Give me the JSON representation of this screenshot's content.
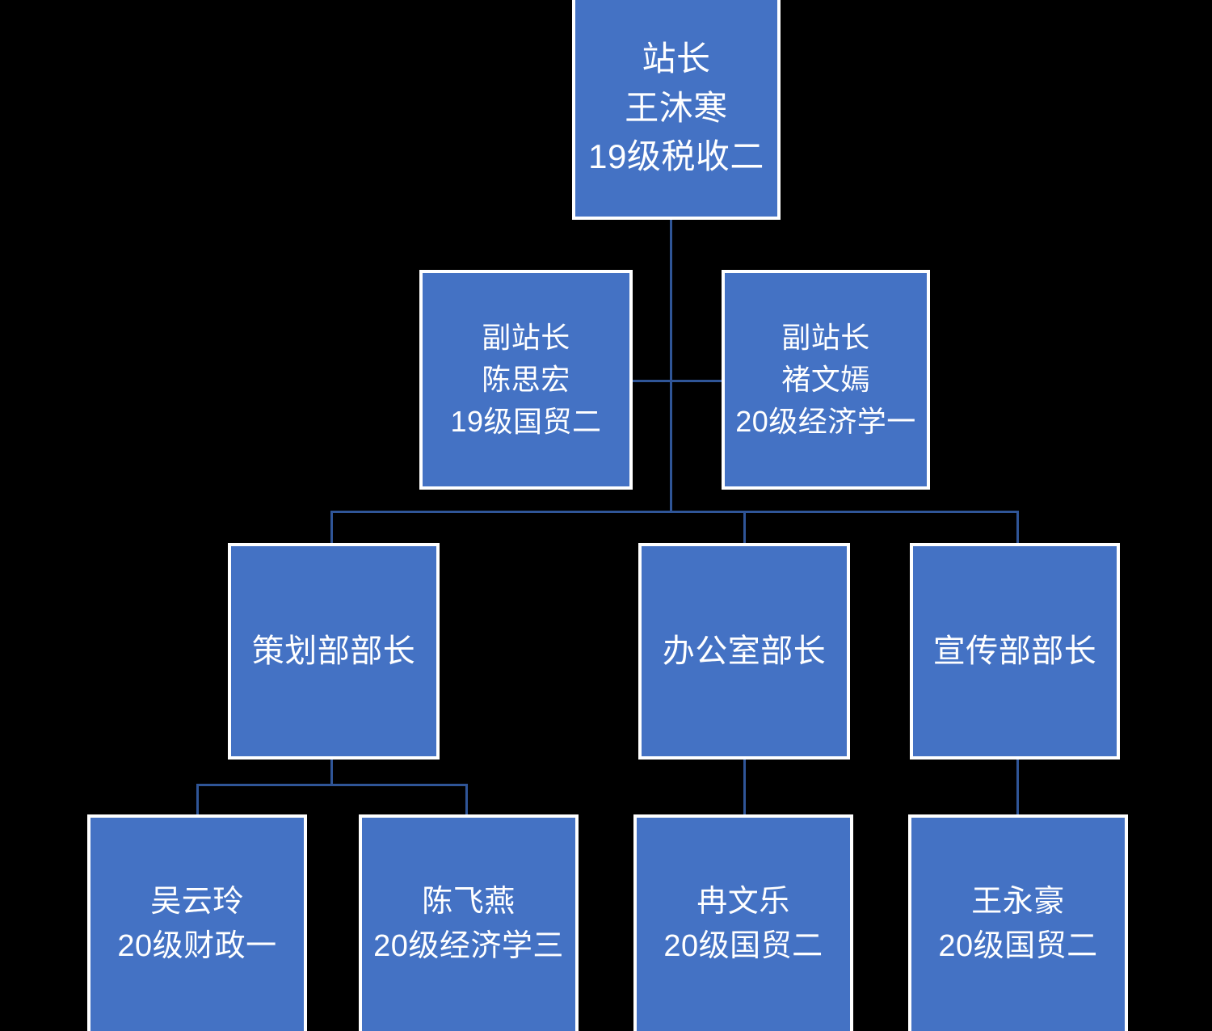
{
  "diagram": {
    "type": "organization-chart",
    "title": "",
    "colors": {
      "node_fill": "#4472C4",
      "node_border": "#FFFFFF",
      "node_text": "#FFFFFF",
      "connector": "#2F5597",
      "background": "#000000"
    }
  },
  "nodes": {
    "root": {
      "title": "站长",
      "name": "王沐寒",
      "cohort": "19级税收二"
    },
    "assistants": [
      {
        "title": "副站长",
        "name": "陈思宏",
        "cohort": "19级国贸二"
      },
      {
        "title": "副站长",
        "name": "褚文嫣",
        "cohort": "20级经济学一"
      }
    ],
    "departments": [
      {
        "title": "策划部部长"
      },
      {
        "title": "办公室部长"
      },
      {
        "title": "宣传部部长"
      }
    ],
    "members": [
      {
        "name": "吴云玲",
        "cohort": "20级财政一"
      },
      {
        "name": "陈飞燕",
        "cohort": "20级经济学三"
      },
      {
        "name": "冉文乐",
        "cohort": "20级国贸二"
      },
      {
        "name": "王永豪",
        "cohort": "20级国贸二"
      }
    ]
  }
}
